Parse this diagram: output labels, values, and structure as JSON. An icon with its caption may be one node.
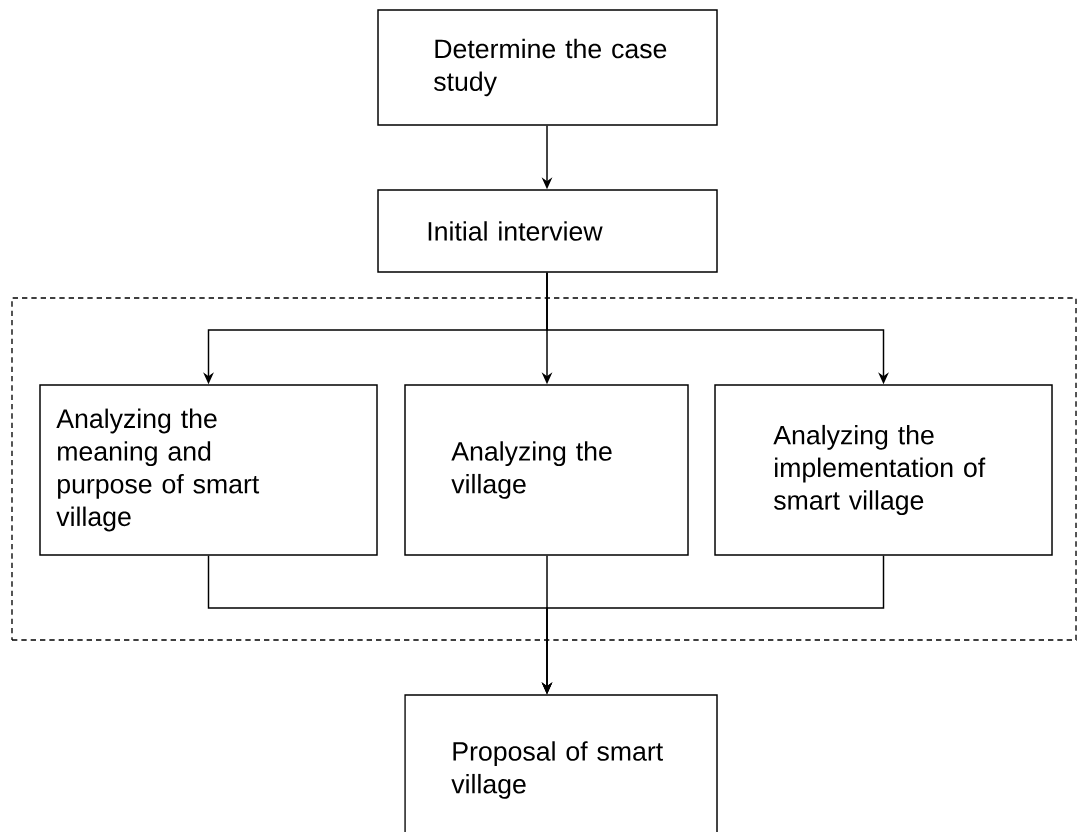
{
  "diagram": {
    "nodes": [
      {
        "text": [
          "Determine the case study"
        ]
      },
      {
        "text": [
          "Initial interview"
        ]
      },
      {
        "text": [],
        "shape": "box"
      },
      {
        "text": [
          "Analyzing the meaning and purpose of smart village"
        ],
        "in": 2
      },
      {
        "text": [
          "Analyzing the village"
        ],
        "in": 2
      },
      {
        "text": [
          "Analyzing the implementation of smart village"
        ],
        "in": 2
      },
      {
        "text": [
          "Proposal of smart village"
        ]
      }
    ],
    "edges": [
      {
        "from": 0,
        "to": 1,
        "arrow": "to"
      },
      {
        "from": 1,
        "to": 3,
        "arrow": "to"
      },
      {
        "from": 1,
        "to": 4,
        "arrow": "to"
      },
      {
        "from": 1,
        "to": 5,
        "arrow": "to"
      },
      {
        "from": 3,
        "to": 6,
        "arrow": "to"
      },
      {
        "from": 4,
        "to": 6,
        "arrow": "to"
      },
      {
        "from": 5,
        "to": 6,
        "arrow": "to"
      }
    ]
  }
}
